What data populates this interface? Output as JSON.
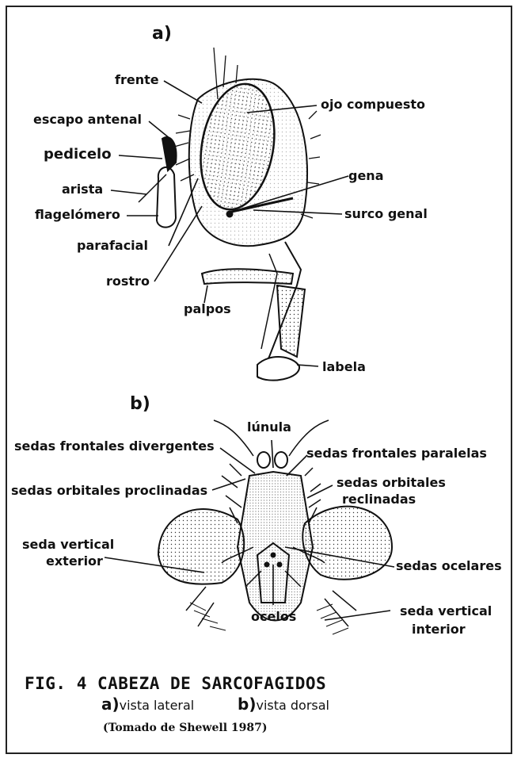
{
  "panels": {
    "a": "a)",
    "b": "b)"
  },
  "labels_a": {
    "frente": "frente",
    "escapo": "escapo antenal",
    "pedicelo": "pedicelo",
    "arista": "arista",
    "flagelomero": "flagelómero",
    "parafacial": "parafacial",
    "rostro": "rostro",
    "palpos": "palpos",
    "ojo": "ojo compuesto",
    "gena": "gena",
    "surco": "surco genal",
    "labela": "labela"
  },
  "labels_b": {
    "lunula": "lúnula",
    "divergentes": "sedas frontales divergentes",
    "paralelas": "sedas frontales paralelas",
    "proclinadas": "sedas orbitales proclinadas",
    "reclinadas_1": "sedas orbitales",
    "reclinadas_2": "reclinadas",
    "vertical_ext_1": "seda vertical",
    "vertical_ext_2": "exterior",
    "ocelares": "sedas ocelares",
    "ocelos": "ocelos",
    "vertical_int_1": "seda vertical",
    "vertical_int_2": "interior"
  },
  "caption": {
    "title": "FIG. 4   CABEZA  DE SARCOFAGIDOS",
    "a_mark": "a)",
    "a_text": "vista lateral",
    "b_mark": "b)",
    "b_text": "vista dorsal",
    "source": "(Tomado de Shewell 1987)"
  }
}
